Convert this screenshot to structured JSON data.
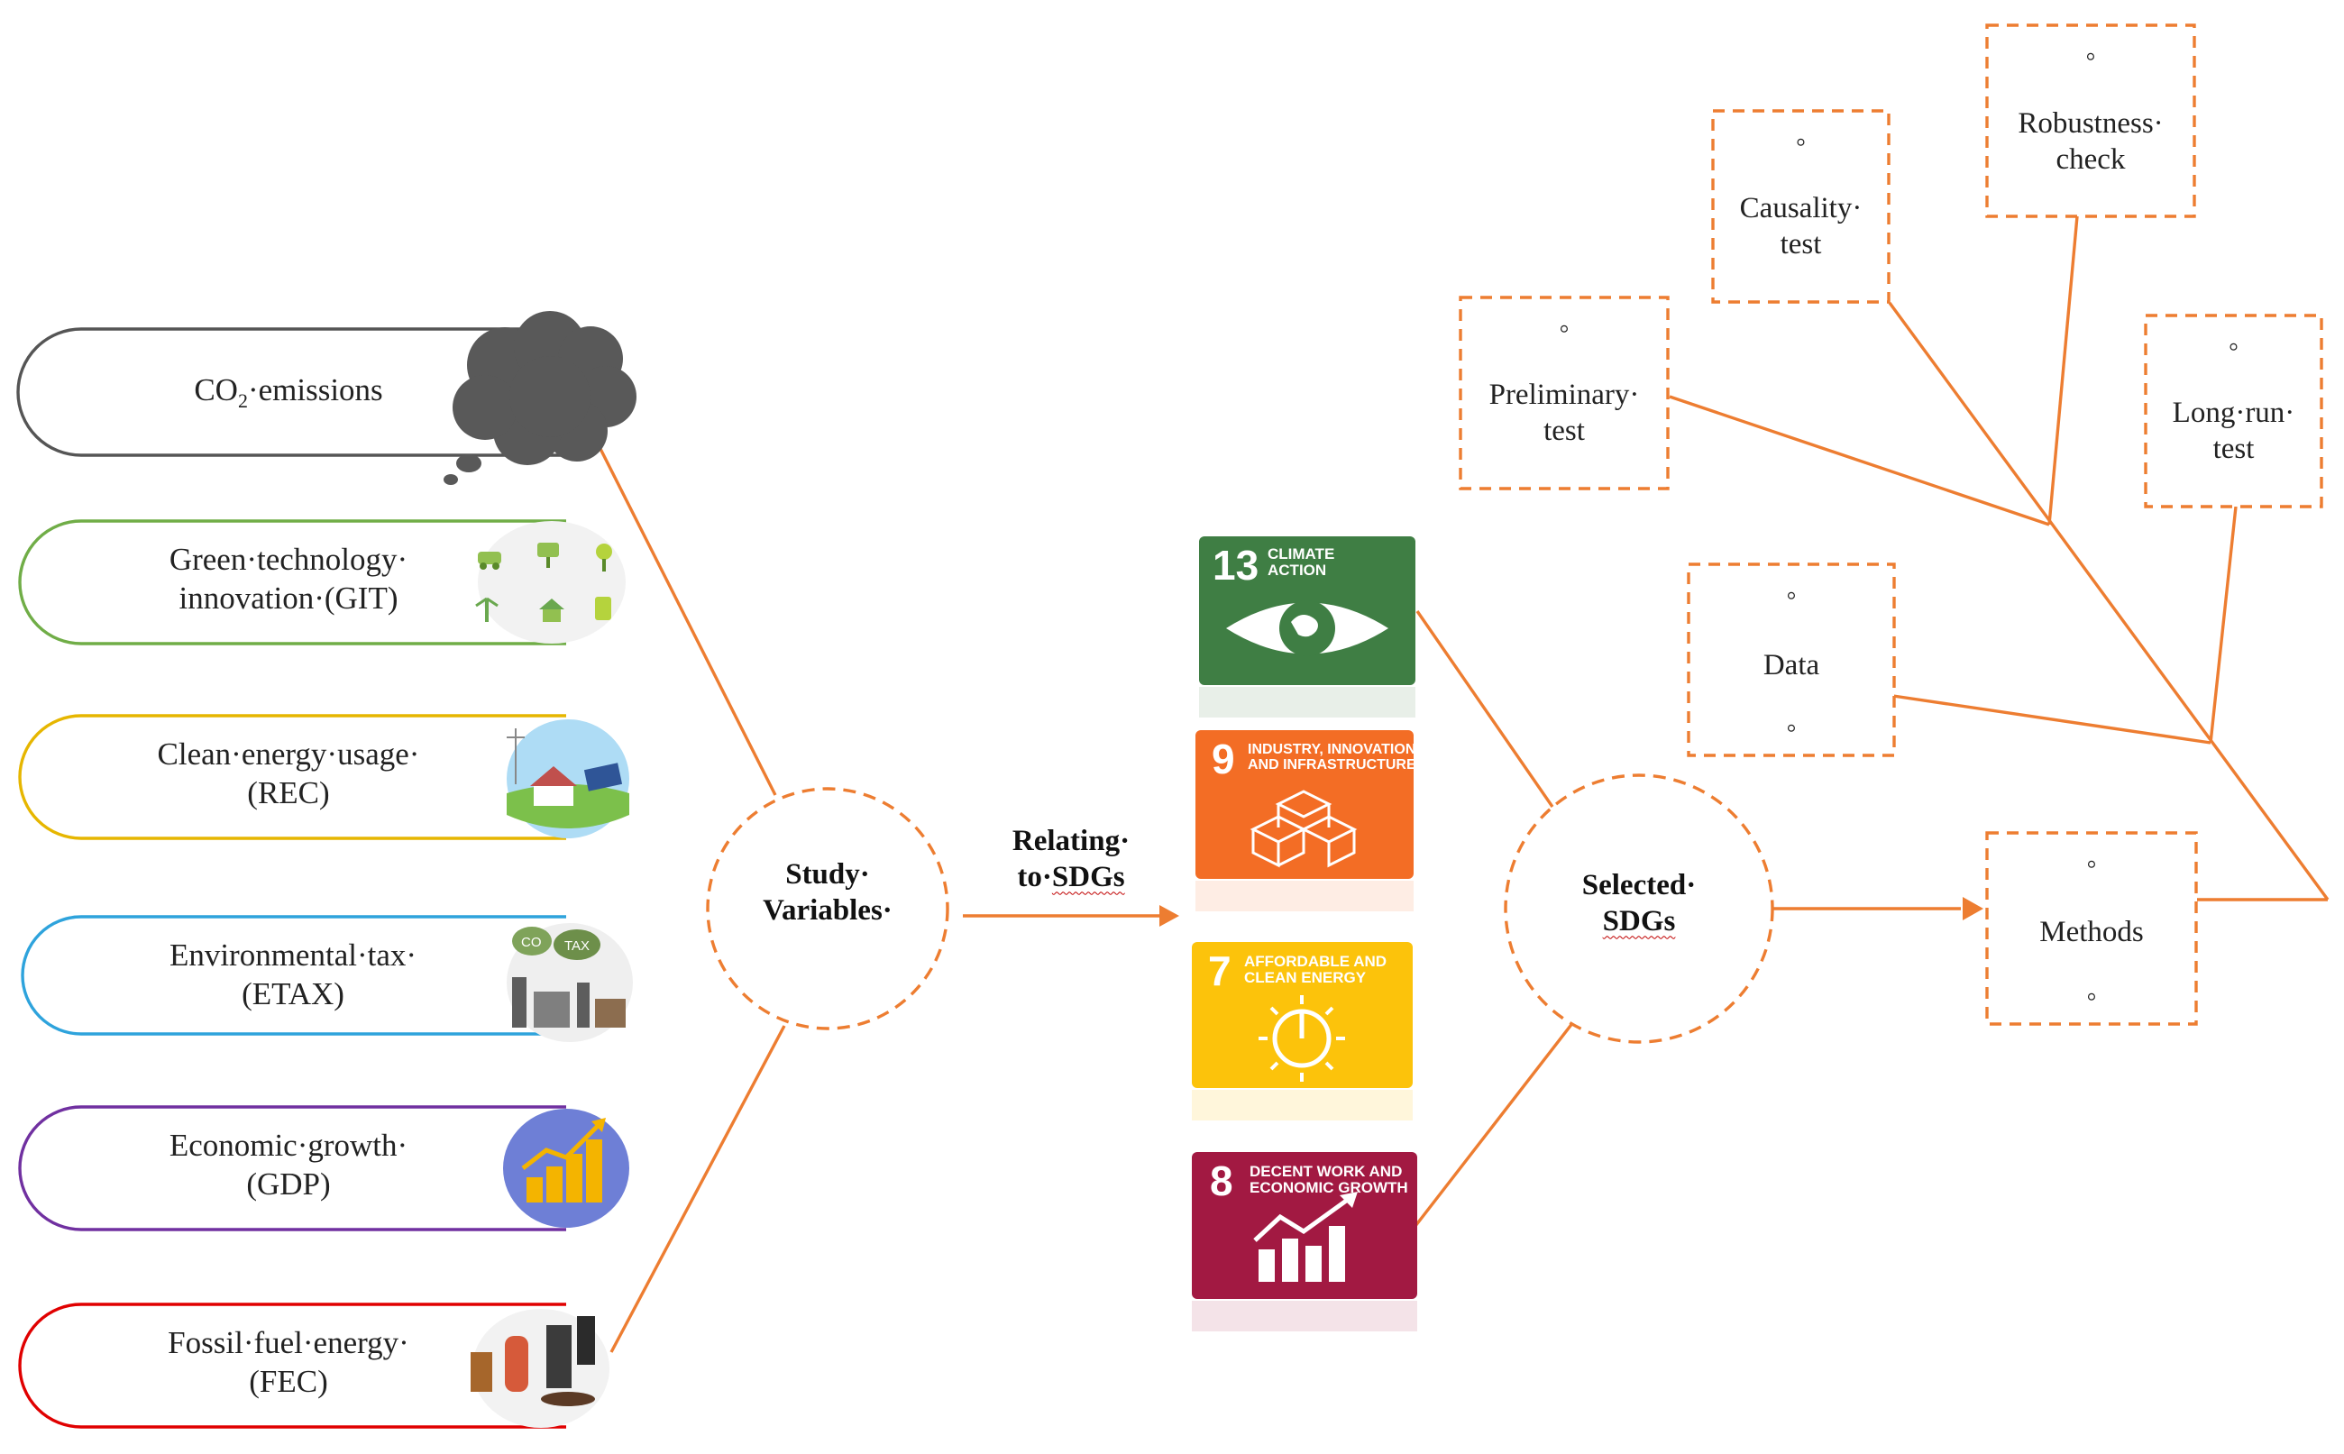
{
  "variables": [
    {
      "line1": "CO",
      "sub": "2",
      "line1_rest": "·emissions",
      "line2": "",
      "color": "#555555",
      "icon": "cloud-icon"
    },
    {
      "line1": "Green·technology·",
      "line2": "innovation·(GIT)",
      "color": "#70ad47",
      "icon": "green-tech-icons"
    },
    {
      "line1": "Clean·energy·usage·",
      "line2": "(REC)",
      "color": "#e6b600",
      "icon": "house-solar-icon"
    },
    {
      "line1": "Environmental·tax·",
      "line2": "(ETAX)",
      "color": "#2ea3dc",
      "icon": "co2-tax-factory-icon"
    },
    {
      "line1": "Economic·growth·",
      "line2": "(GDP)",
      "color": "#7030a0",
      "icon": "growth-chart-icon"
    },
    {
      "line1": "Fossil·fuel·energy·",
      "line2": "(FEC)",
      "color": "#e00000",
      "icon": "fossil-fuel-icon"
    }
  ],
  "study_circle": {
    "line1": "Study·",
    "line2": "Variables·"
  },
  "relating": {
    "line1": "Relating·",
    "line2_a": "to·",
    "line2_b": "SDGs"
  },
  "sdgs": [
    {
      "number": "13",
      "title_line1": "CLIMATE",
      "title_line2": "ACTION",
      "color": "#3f7e44",
      "icon": "eye-globe-icon"
    },
    {
      "number": "9",
      "title_line1": "INDUSTRY, INNOVATION",
      "title_line2": "AND INFRASTRUCTURE",
      "color": "#f36d25",
      "icon": "cubes-icon"
    },
    {
      "number": "7",
      "title_line1": "AFFORDABLE AND",
      "title_line2": "CLEAN ENERGY",
      "color": "#fcc30b",
      "icon": "sun-power-icon"
    },
    {
      "number": "8",
      "title_line1": "DECENT WORK AND",
      "title_line2": "ECONOMIC GROWTH",
      "color": "#a21942",
      "icon": "bar-growth-icon"
    }
  ],
  "selected_circle": {
    "line1": "Selected·",
    "line2": "SDGs"
  },
  "boxes": {
    "preliminary": {
      "line1": "Preliminary·",
      "line2": "test",
      "bullet": "◦"
    },
    "causality": {
      "line1": "Causality·",
      "line2": "test",
      "bullet": "◦"
    },
    "robustness": {
      "line1": "Robustness·",
      "line2": "check",
      "bullet": "◦"
    },
    "longrun": {
      "line1": "Long·run·",
      "line2": "test",
      "bullet": "◦"
    },
    "data": {
      "line1": "Data",
      "bullet": "◦"
    },
    "methods": {
      "line1": "Methods",
      "bullet": "◦"
    }
  },
  "colors": {
    "orange": "#ed7d31"
  }
}
